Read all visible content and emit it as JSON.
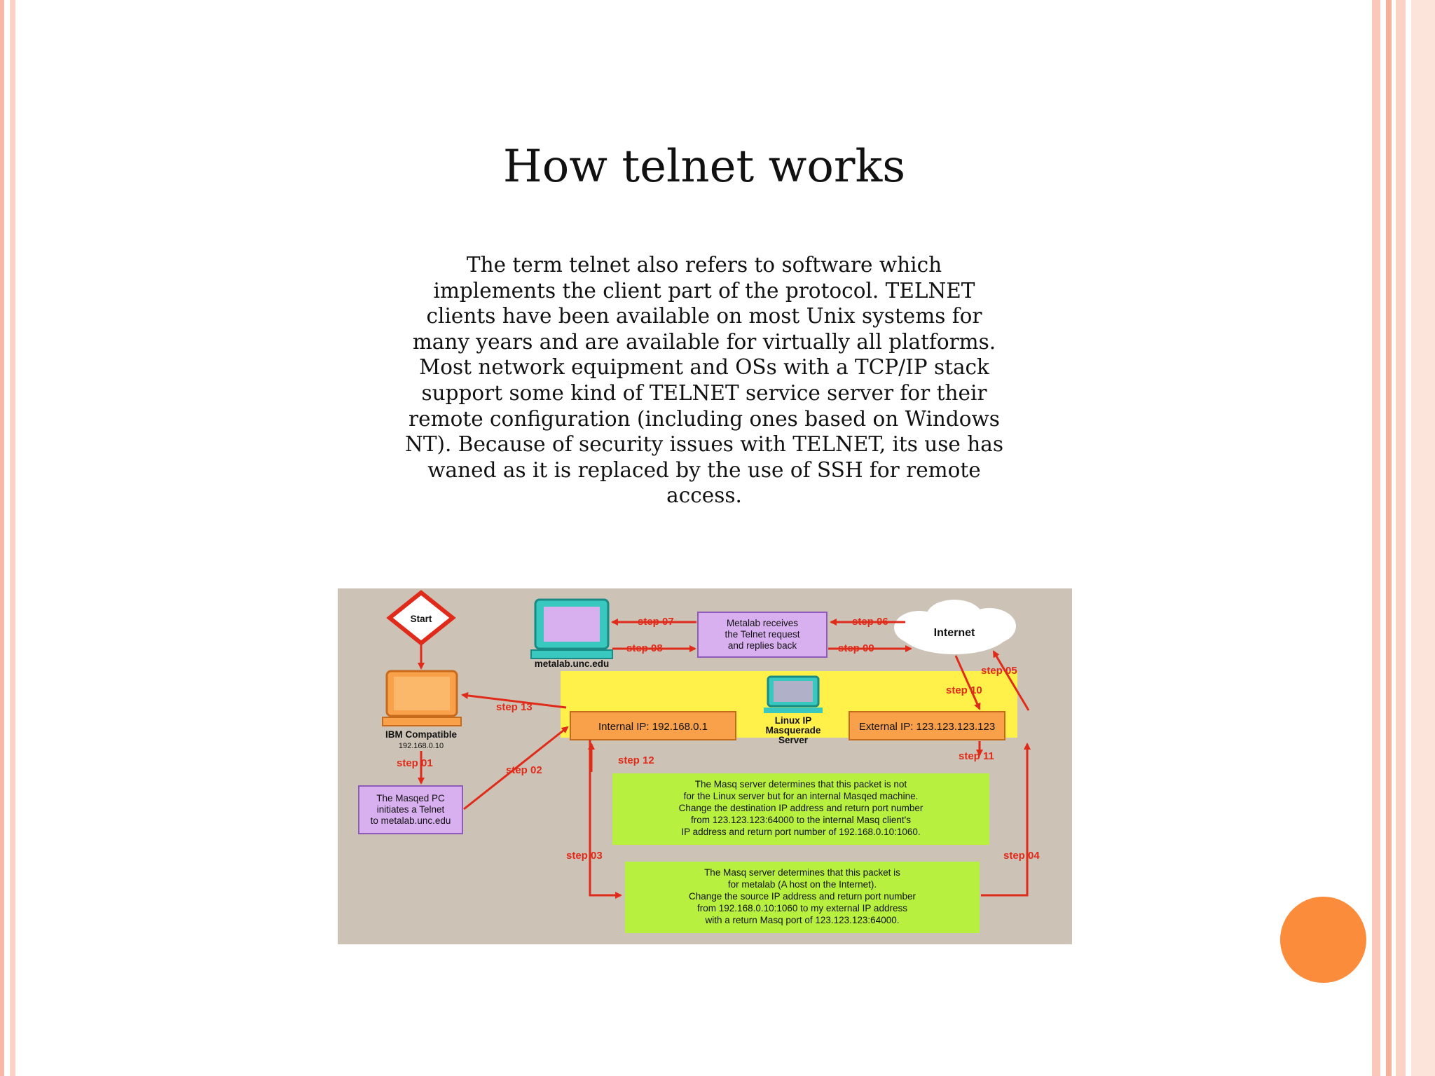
{
  "slide": {
    "title": "How telnet works",
    "paragraph_lines": [
      "The term telnet also refers to software which",
      "implements the client part of the protocol. TELNET",
      "clients have been available on most Unix systems for",
      "many years and are available for virtually all platforms.",
      "Most network equipment and OSs with a TCP/IP stack",
      "support some kind of TELNET service server for their",
      "remote configuration (including ones based on Windows",
      "NT). Because of security issues with TELNET, its use has",
      "waned as it is replaced by the use of SSH for remote",
      "access."
    ]
  },
  "diagram": {
    "start": "Start",
    "metalab_host": "metalab.unc.edu",
    "metalab_box": [
      "Metalab receives",
      "the Telnet request",
      "and replies back"
    ],
    "internet": "Internet",
    "ibm_label": "IBM Compatible",
    "ibm_ip": "192.168.0.10",
    "linux_label": [
      "Linux IP",
      "Masquerade",
      "Server"
    ],
    "internal_ip": "Internal IP: 192.168.0.1",
    "external_ip": "External IP: 123.123.123.123",
    "masqed_box": [
      "The Masqed PC",
      "initiates a Telnet",
      "to metalab.unc.edu"
    ],
    "green_box_top": [
      "The Masq server determines that this packet is not",
      "for the Linux server but for an internal Masqed machine.",
      "Change the destination IP address and return port number",
      "from 123.123.123:64000 to the internal Masq client's",
      "IP address and return port number of 192.168.0.10:1060."
    ],
    "green_box_bottom": [
      "The Masq server determines that this packet is",
      "for metalab (A host on the Internet).",
      "Change the source IP address and return port number",
      "from 192.168.0.10:1060 to my external IP address",
      "with a return Masq port of 123.123.123:64000."
    ],
    "steps": {
      "s01": "step 01",
      "s02": "step 02",
      "s03": "step 03",
      "s04": "step 04",
      "s05": "step 05",
      "s06": "step 06",
      "s07": "step 07",
      "s08": "step 08",
      "s09": "step 09",
      "s10": "step 10",
      "s11": "step 11",
      "s12": "step 12",
      "s13": "step 13"
    },
    "colors": {
      "background": "#ccc3b6",
      "arrow_red": "#e02a1a",
      "yellow_band": "#fff04a",
      "orange_box": "#f9a04a",
      "purple_box": "#d8b0f0",
      "green_box": "#b8f040",
      "cyan_monitor": "#38c8c0"
    }
  },
  "colors": {
    "accent_dot": "#fb8c3c",
    "frame": "#f7b9a6"
  }
}
